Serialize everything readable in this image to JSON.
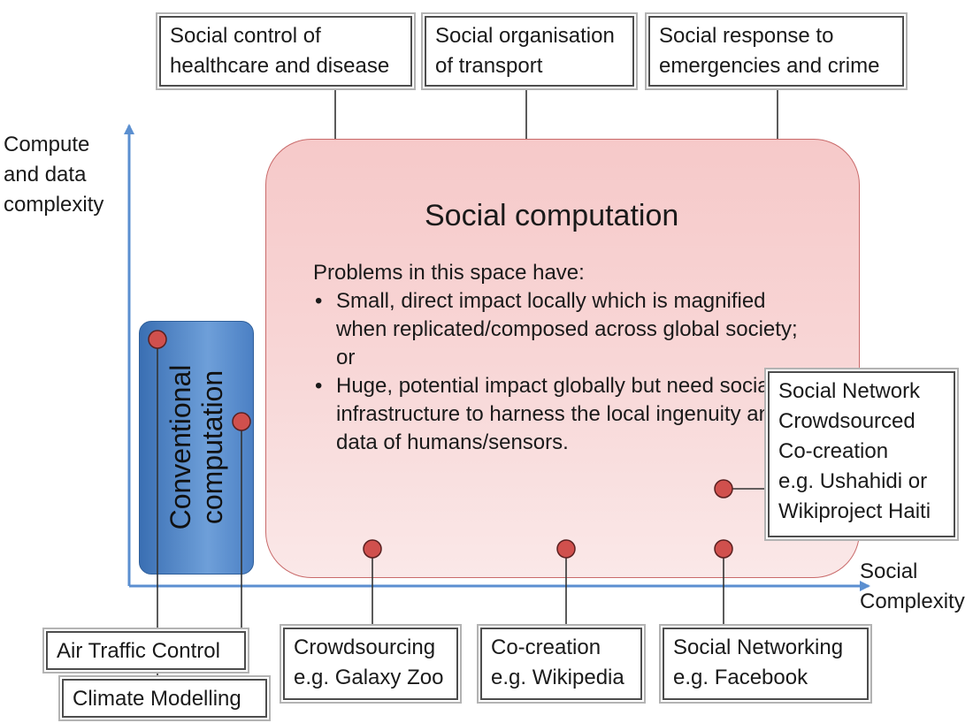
{
  "axes": {
    "y_label": "Compute\nand data\ncomplexity",
    "x_label": "Social\nComplexity"
  },
  "top_boxes": [
    {
      "label": "Social control of\nhealthcare and disease"
    },
    {
      "label": "Social organisation\nof transport"
    },
    {
      "label": "Social response to\nemergencies and crime"
    }
  ],
  "social_computation": {
    "title": "Social computation",
    "intro": "Problems in this space have:",
    "bullets": [
      "Small, direct impact locally which is magnified when replicated/composed across global society; or",
      "Huge, potential impact globally but need social infrastructure to harness the local ingenuity and data of humans/sensors."
    ]
  },
  "conventional_computation": {
    "title": "Conventional\ncomputation"
  },
  "side_box": {
    "label": "Social Network\nCrowdsourced\nCo-creation\ne.g. Ushahidi or\nWikiproject Haiti"
  },
  "bottom_boxes": [
    {
      "label": "Air Traffic Control"
    },
    {
      "label": "Climate Modelling"
    },
    {
      "label": "Crowdsourcing\ne.g. Galaxy Zoo"
    },
    {
      "label": "Co-creation\ne.g. Wikipedia"
    },
    {
      "label": "Social Networking\ne.g. Facebook"
    }
  ],
  "colors": {
    "axis": "#5b8fd0",
    "social_panel": "#f6c9c9",
    "conventional_panel": "#3a6fb3",
    "marker": "#d0504d"
  }
}
